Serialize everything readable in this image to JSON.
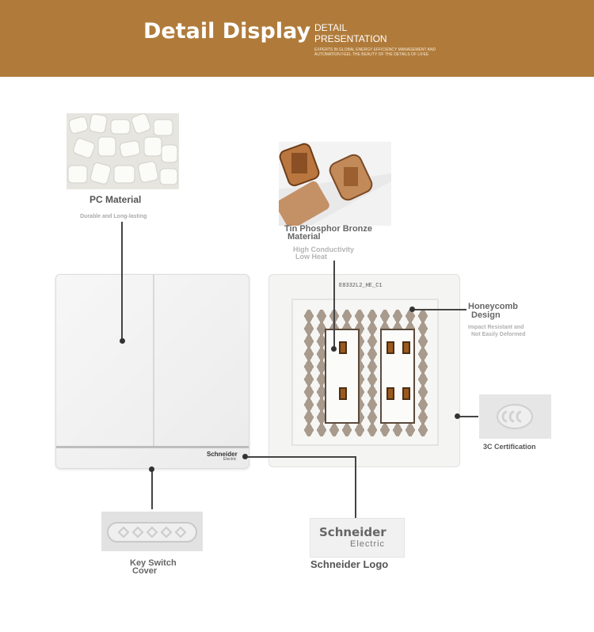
{
  "header": {
    "title": "Detail Display",
    "subtitle": "DETAIL PRESENTATION",
    "tagline": "EXPERTS IN GLOBAL ENERGY EFFICIENCY MANAGEMENT AND AUTOMATION FEEL THE BEAUTY OF THE DETAILS OF LIFEE",
    "background_color": "#b07b3a"
  },
  "callouts": {
    "pc_material": {
      "title": "PC Material",
      "subtitle": "Durable and Long-lasting"
    },
    "tin_bronze": {
      "title_line1": "Tin Phosphor Bronze",
      "title_line2": "Material",
      "subtitle_line1": "High Conductivity",
      "subtitle_line2": "Low Heat"
    },
    "honeycomb": {
      "title_line1": "Honeycomb",
      "title_line2": "Design",
      "subtitle_line1": "Impact Resistant and",
      "subtitle_line2": "Not Easily Deformed"
    },
    "cert": {
      "title": "3C Certification"
    },
    "key_cover": {
      "title_line1": "Key Switch",
      "title_line2": "Cover"
    },
    "logo": {
      "title": "Schneider Logo",
      "brand": "Schneider",
      "brand_sub": "Electric"
    }
  },
  "product": {
    "cover_brand": "Schneider",
    "cover_brand_sub": "Electric",
    "back_code": "E8332L2_HE_C1"
  },
  "icons": [
    "pc-pellets-photo",
    "bronze-contacts-photo",
    "ccc-mark-icon",
    "key-cover-photo"
  ]
}
